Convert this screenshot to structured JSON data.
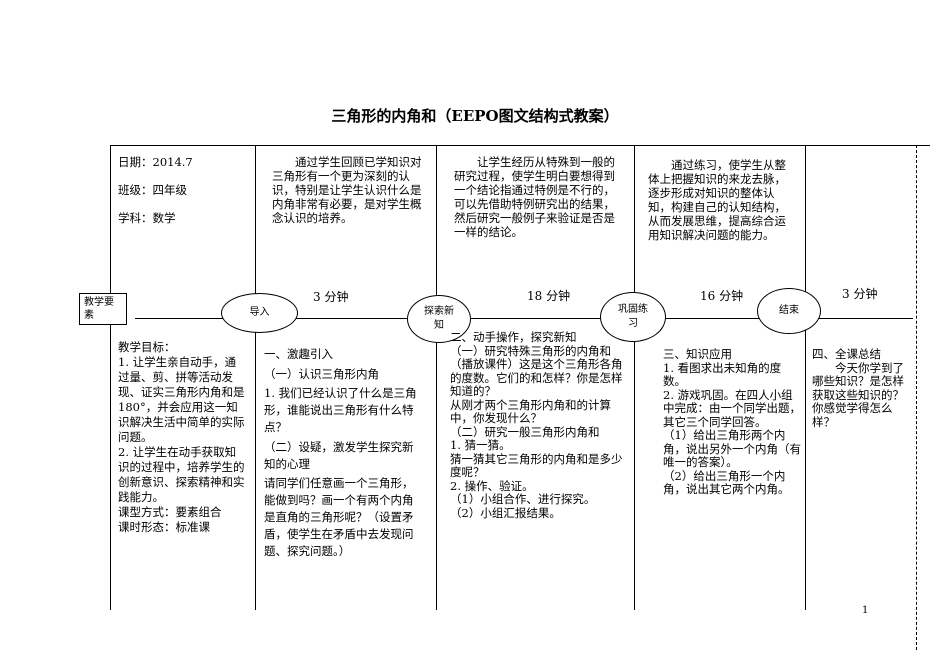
{
  "title": "三角形的内角和（EEPO图文结构式教案）",
  "meta": {
    "date": "日期：2014.7",
    "grade": "班级：四年级",
    "subject": "学科：数学"
  },
  "goals": {
    "g1": "通过学生回顾已学知识对三角形有一个更为深刻的认识，特别是让学生认识什么是内角非常有必要，是对学生概念认识的培养。",
    "g2": "让学生经历从特殊到一般的研究过程，使学生明白要想得到一个结论指通过特例是不行的，可以先借助特例研究出的结果，然后研究一般例子来验证是否是一样的结论。",
    "g3": "通过练习，使学生从整体上把握知识的来龙去脉，逐步形成对知识的整体认知，构建自己的认知结构，从而发展思维，提高综合运用知识解决问题的能力。"
  },
  "timeline": {
    "label": "教学要素",
    "stages": [
      "导入",
      "探索新知",
      "巩固练习",
      "结束"
    ],
    "minutes": [
      "3 分钟",
      "18 分钟",
      "16 分钟",
      "3 分钟"
    ]
  },
  "col1": [
    "教学目标：",
    "1. 让学生亲自动手，通过量、剪、拼等活动发现、证实三角形内角和是180°，并会应用这一知识解决生活中简单的实际问题。",
    "2. 让学生在动手获取知识的过程中，培养学生的创新意识、探索精神和实践能力。",
    "课型方式：要素组合",
    "课时形态：标准课"
  ],
  "col2": [
    "一、激趣引入",
    "（一）认识三角形内角",
    "1. 我们已经认识了什么是三角形，谁能说出三角形有什么特点？",
    "（二）设疑，激发学生探究新知的心理",
    "请同学们任意画一个三角形，能做到吗？画一个有两个内角是直角的三角形呢？（设置矛盾，使学生在矛盾中去发现问题、探究问题。）"
  ],
  "col3": [
    "二、动手操作，探究新知",
    "（一）研究特殊三角形的内角和（播放课件）这是这个三角形各角的度数。它们的和怎样？你是怎样知道的？",
    "从刚才两个三角形内角和的计算中，你发现什么？",
    "（二）研究一般三角形内角和",
    "1. 猜一猜。",
    "猜一猜其它三角形的内角和是多少度呢？",
    "2. 操作、验证。",
    "（1）小组合作、进行探究。",
    "（2）小组汇报结果。"
  ],
  "col4": [
    "三、知识应用",
    "1. 看图求出未知角的度数。",
    "2. 游戏巩固。在四人小组中完成：由一个同学出题，其它三个同学回答。",
    "（1）给出三角形两个内角，说出另外一个内角（有唯一的答案）。",
    "（2）给出三角形一个内角，说出其它两个内角。"
  ],
  "col5": [
    "四、全课总结",
    "今天你学到了哪些知识？是怎样获取这些知识的？你感觉学得怎么样？"
  ],
  "page_number": "1"
}
